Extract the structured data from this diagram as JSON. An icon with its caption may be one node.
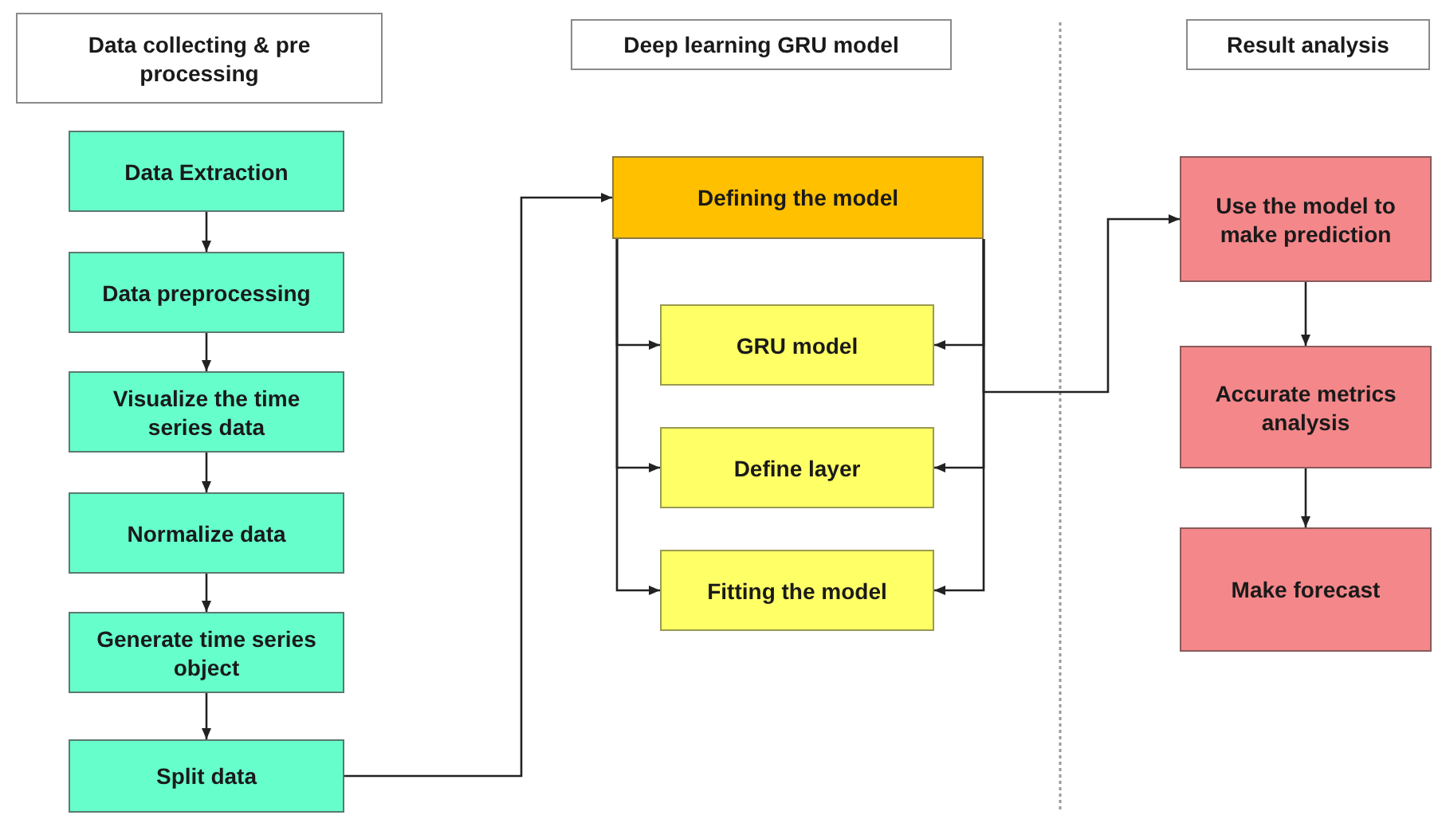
{
  "diagram": {
    "nodes": [
      {
        "text": [
          "Data collecting & pre processing"
        ]
      },
      {
        "text": [
          "Deep learning GRU model"
        ]
      },
      {
        "text": [
          "Result analysis"
        ]
      },
      {
        "text": [
          "Data Extraction"
        ]
      },
      {
        "text": [
          "Data preprocessing"
        ]
      },
      {
        "text": [
          "Visualize the time series data"
        ]
      },
      {
        "text": [
          "Normalize data"
        ]
      },
      {
        "text": [
          "Generate time series object"
        ]
      },
      {
        "text": [
          "Split data"
        ]
      },
      {
        "text": [
          "Defining the model"
        ]
      },
      {
        "text": [
          "GRU model"
        ]
      },
      {
        "text": [
          "Define layer"
        ]
      },
      {
        "text": [
          "Fitting the model"
        ]
      },
      {
        "text": [
          "Use the model to make prediction"
        ]
      },
      {
        "text": [
          "Accurate metrics analysis"
        ]
      },
      {
        "text": [
          "Make forecast"
        ]
      }
    ],
    "edges": [
      {
        "from": 3,
        "to": 4,
        "arrow": "to"
      },
      {
        "from": 4,
        "to": 5,
        "arrow": "to"
      },
      {
        "from": 5,
        "to": 6,
        "arrow": "to"
      },
      {
        "from": 6,
        "to": 7,
        "arrow": "to"
      },
      {
        "from": 7,
        "to": 8,
        "arrow": "to"
      },
      {
        "from": 8,
        "to": 9,
        "arrow": "to"
      },
      {
        "from": 9,
        "to": 10,
        "arrow": "to"
      },
      {
        "from": 9,
        "to": 11,
        "arrow": "to"
      },
      {
        "from": 9,
        "to": 12,
        "arrow": "to"
      },
      {
        "from": 9,
        "to": 10,
        "arrow": "to"
      },
      {
        "from": 9,
        "to": 11,
        "arrow": "to"
      },
      {
        "from": 9,
        "to": 12,
        "arrow": "to"
      },
      {
        "from": 9,
        "to": 13,
        "arrow": "to"
      },
      {
        "from": 13,
        "to": 14,
        "arrow": "to"
      },
      {
        "from": 14,
        "to": 15,
        "arrow": "to"
      }
    ]
  }
}
